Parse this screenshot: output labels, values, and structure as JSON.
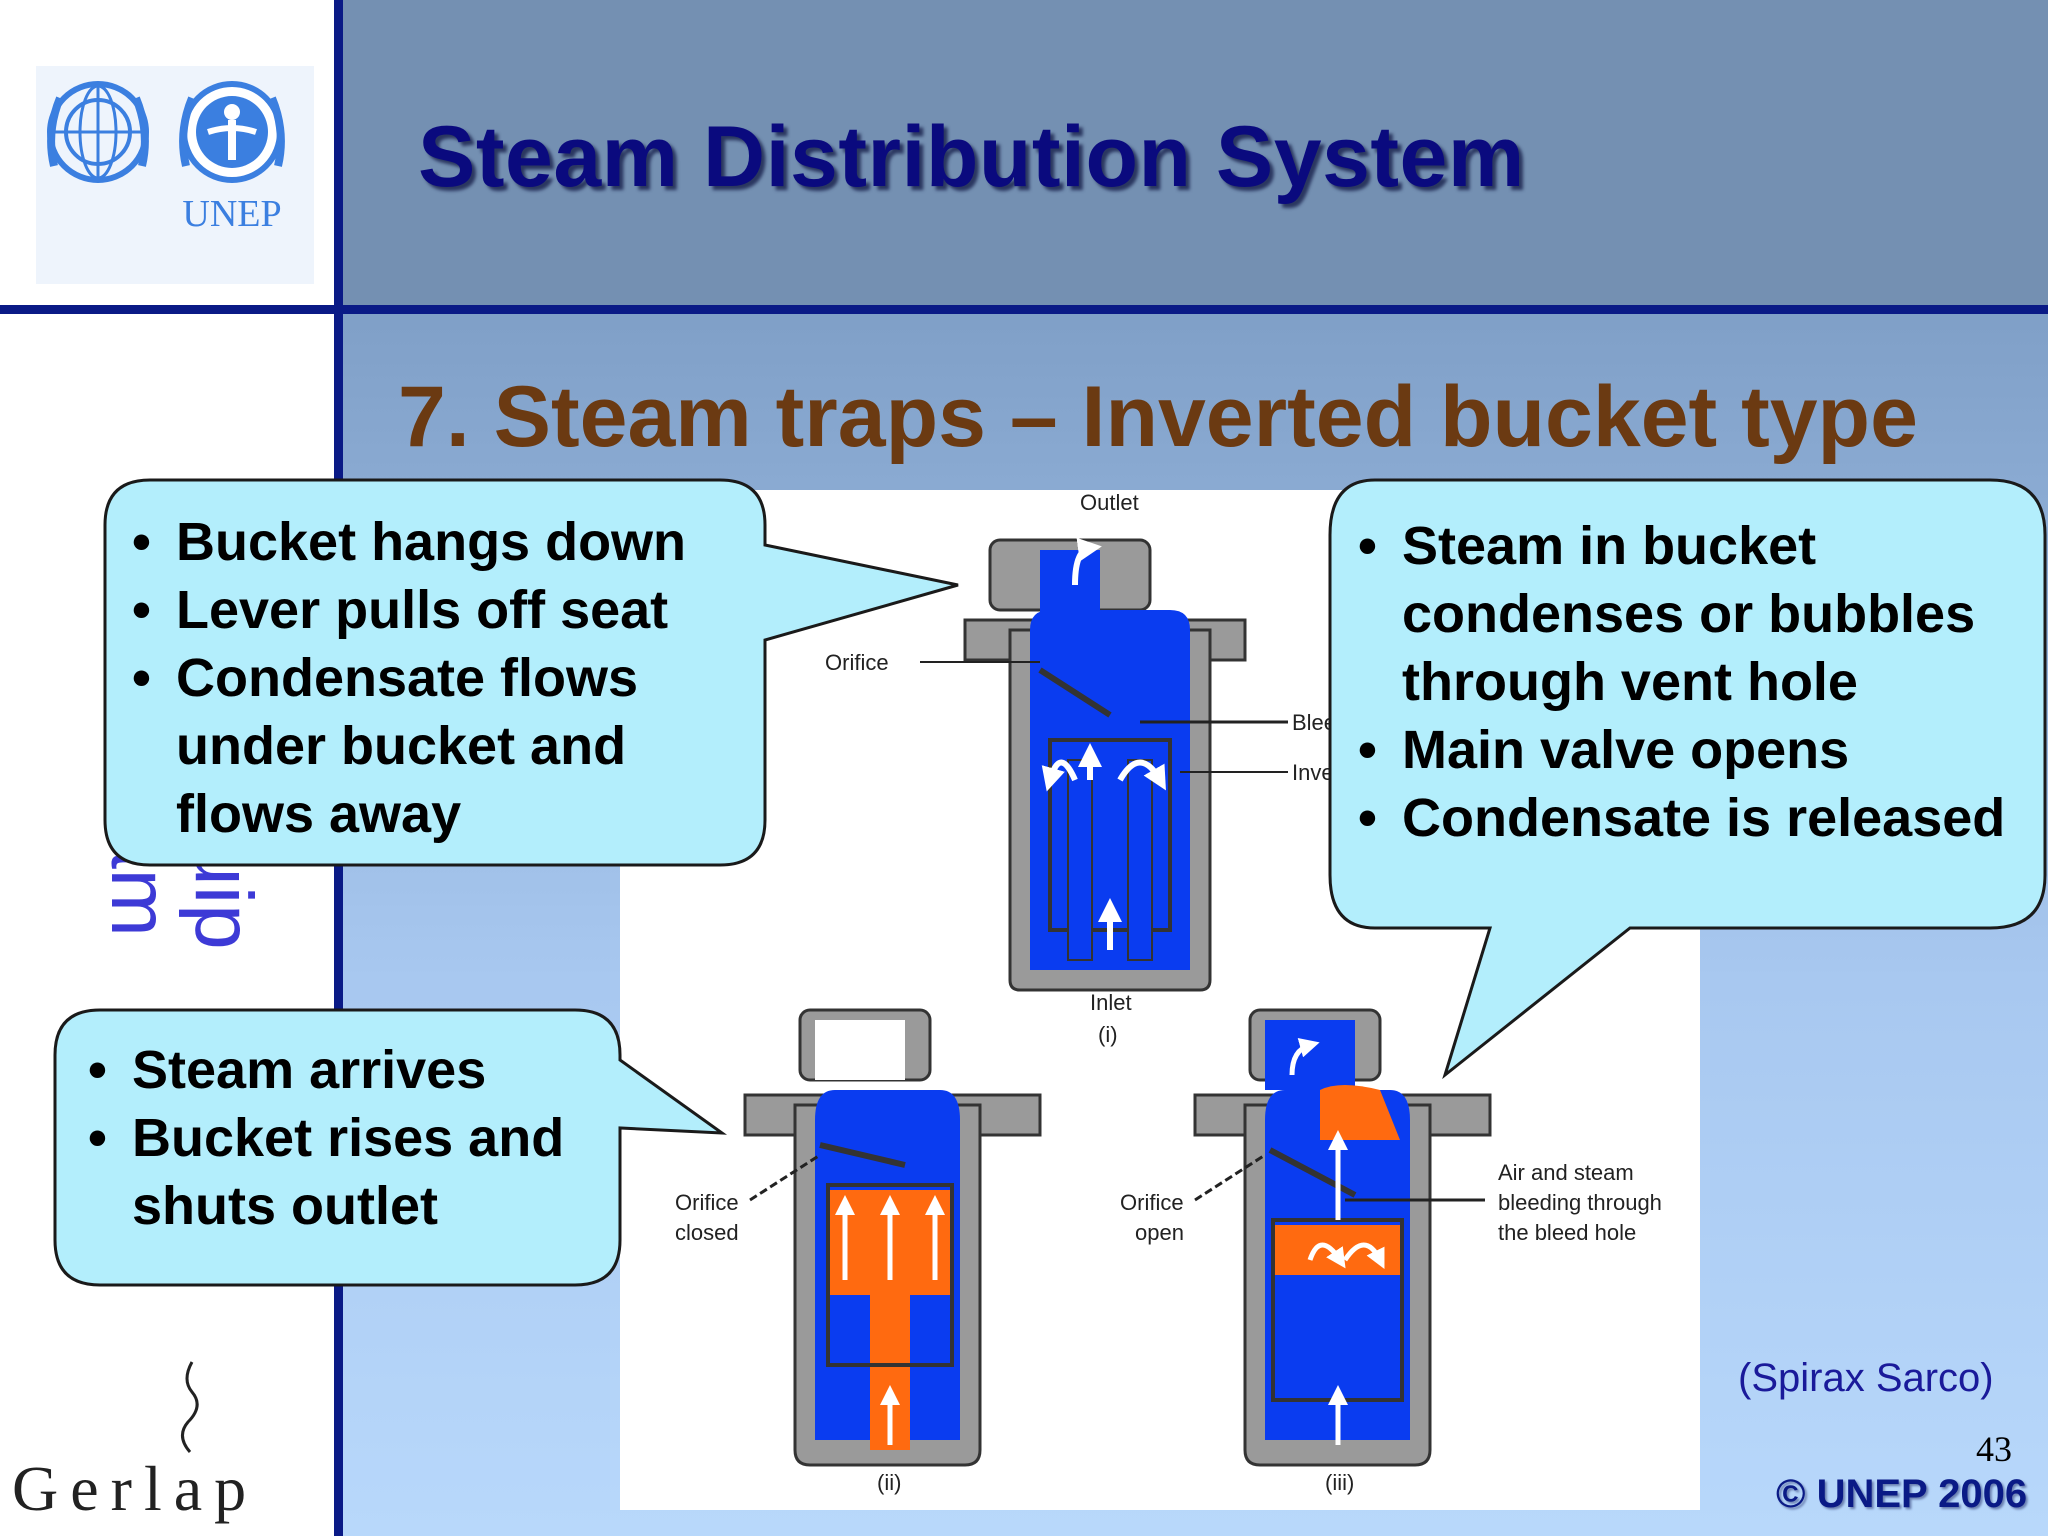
{
  "header": {
    "title": "Steam Distribution System"
  },
  "logo": {
    "org_label": "UNEP"
  },
  "subtitle": "7. Steam traps – Inverted bucket type",
  "sidebar_vertical": {
    "line1": "Steam",
    "line2": "Equip"
  },
  "callouts": {
    "top_left": [
      "Bucket hangs down",
      "Lever pulls off seat",
      "Condensate flows under bucket and flows away"
    ],
    "top_right": [
      "Steam in bucket condenses or bubbles through vent hole",
      "Main valve opens",
      "Condensate is released"
    ],
    "bottom_left": [
      "Steam arrives",
      "Bucket rises and shuts outlet"
    ]
  },
  "diagram_labels": {
    "outlet": "Outlet",
    "orifice": "Orifice",
    "bleed": "Bleed",
    "inverted": "Invert",
    "inlet": "Inlet",
    "fig1": "(i)",
    "fig2": "(ii)",
    "fig3": "(iii)",
    "orifice_closed_1": "Orifice",
    "orifice_closed_2": "closed",
    "orifice_open_1": "Orifice",
    "orifice_open_2": "open",
    "air_steam_1": "Air and steam",
    "air_steam_2": "bleeding through",
    "air_steam_3": "the bleed hole"
  },
  "footer": {
    "credit": "(Spirax Sarco)",
    "page_number": "43",
    "copyright": "© UNEP 2006",
    "partner_logo": "Gerlap"
  },
  "colors": {
    "header_bg": "#7490b2",
    "rule": "#0a1a86",
    "title": "#0a0a7e",
    "subtitle": "#6b3a12",
    "callout_fill": "#b3eefc",
    "water_blue": "#0a3cf0",
    "steam_orange": "#ff6a10",
    "body_grey": "#9a9a9a"
  }
}
